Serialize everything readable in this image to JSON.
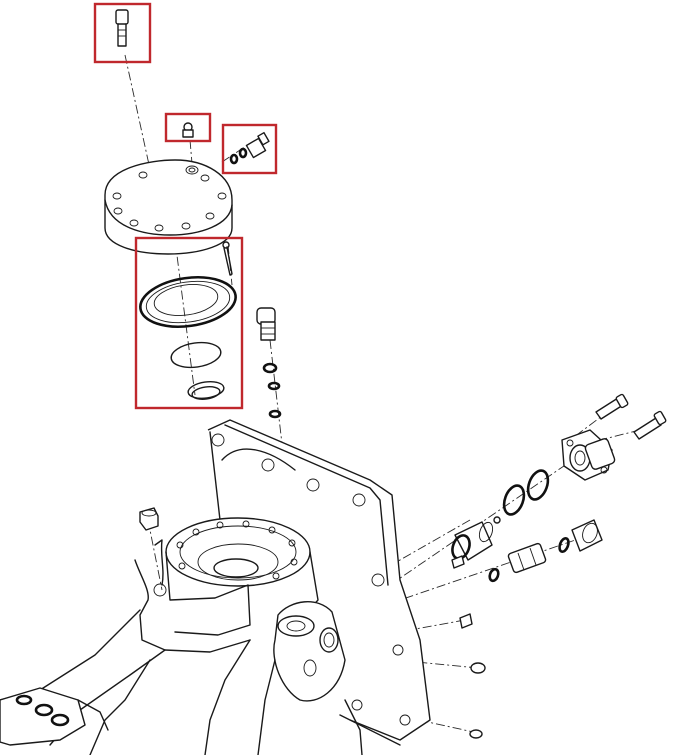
{
  "diagram": {
    "highlight_color": "#c0282d",
    "line_color": "#1a1a1a",
    "background": "#ffffff",
    "highlighted_parts": [
      {
        "id": "cap-screw"
      },
      {
        "id": "grease-fitting"
      },
      {
        "id": "bleeder-valve-assembly"
      },
      {
        "id": "seal-kit"
      }
    ]
  }
}
